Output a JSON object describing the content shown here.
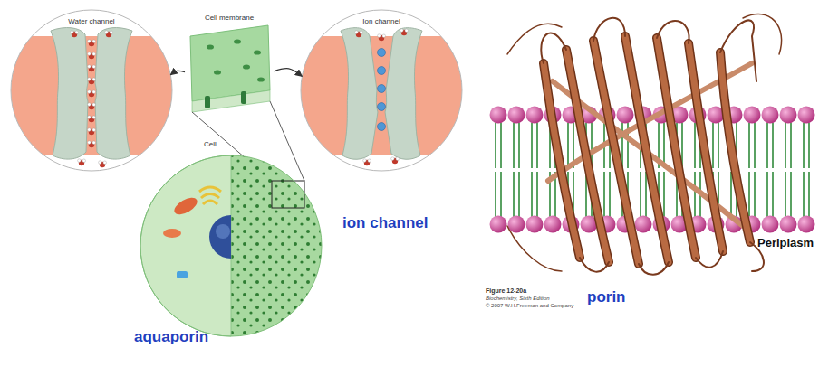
{
  "diagram": {
    "nodes": [
      {
        "text": [
          "Water channel"
        ]
      },
      {
        "text": [
          "Cell membrane"
        ]
      },
      {
        "text": [
          "Ion channel"
        ]
      },
      {
        "text": [
          "Cell"
        ]
      }
    ],
    "edges": [
      {
        "from": 1,
        "to": 0,
        "arrow": "to"
      },
      {
        "from": 1,
        "to": 2,
        "arrow": "to"
      }
    ],
    "labels": [
      "aquaporin",
      "ion channel",
      "porin",
      "Periplasm",
      "Figure 12-20a",
      "Biochemistry, Sixth Edition",
      "© 2007 W.H.Freeman and Company"
    ]
  }
}
